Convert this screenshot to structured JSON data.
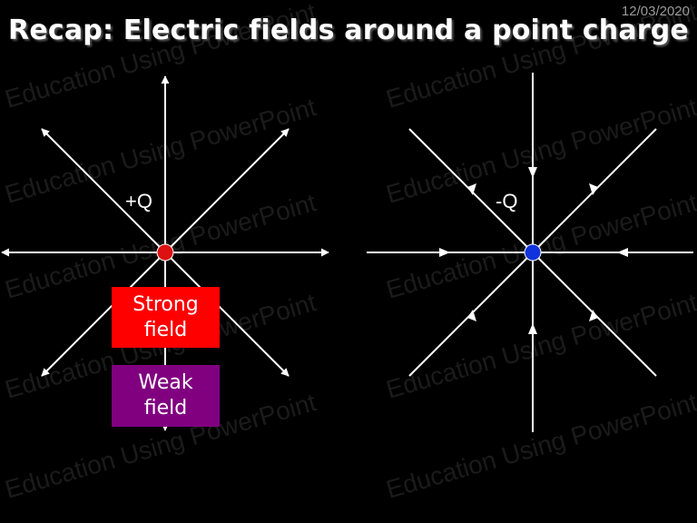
{
  "slide": {
    "date": "12/03/2020",
    "title": "Recap: Electric fields around a point charge",
    "watermark": "Education Using PowerPoint"
  },
  "positive_charge": {
    "label": "+Q",
    "color": "#dd1111"
  },
  "negative_charge": {
    "label": "-Q",
    "color": "#1133dd"
  },
  "boxes": {
    "strong": {
      "line1": "Strong",
      "line2": "field",
      "color": "#ff0000"
    },
    "weak": {
      "line1": "Weak",
      "line2": "field",
      "color": "#800080"
    }
  }
}
